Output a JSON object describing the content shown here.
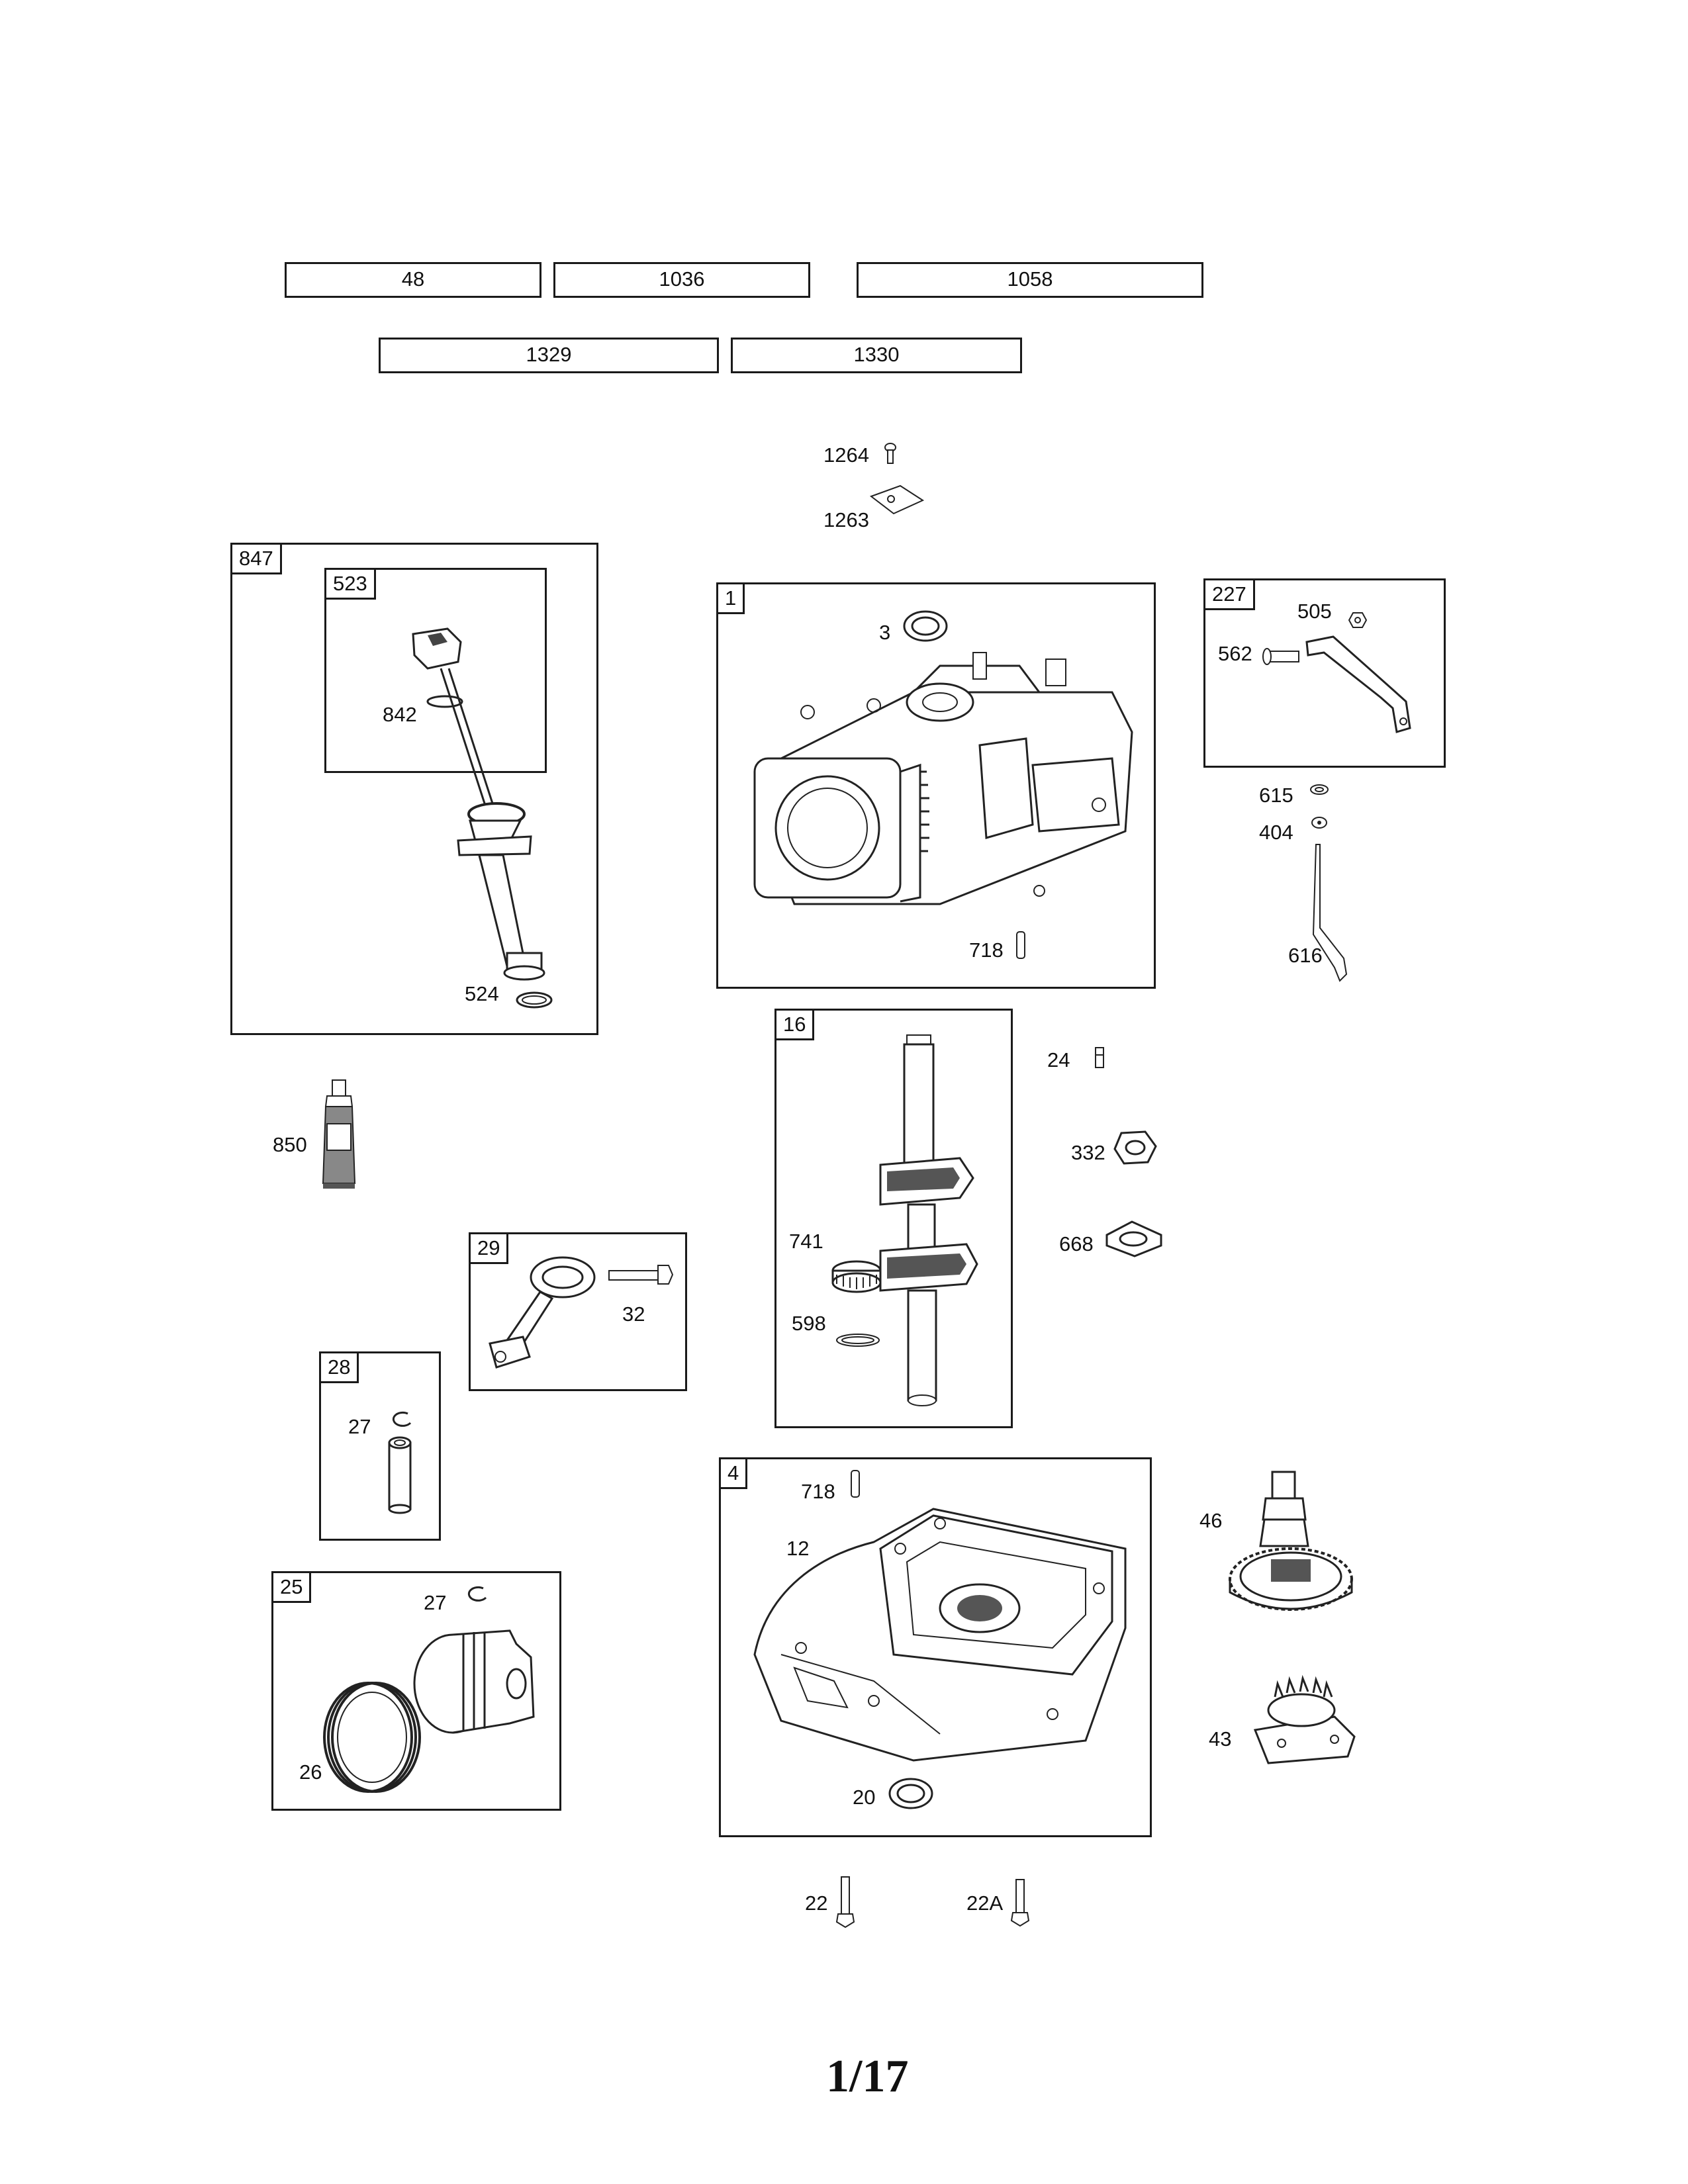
{
  "kit_boxes": {
    "row1": [
      "48",
      "1036",
      "1058"
    ],
    "row2": [
      "1329",
      "1330"
    ]
  },
  "groups": {
    "g847": "847",
    "g523": "523",
    "g1": "1",
    "g227": "227",
    "g16": "16",
    "g29": "29",
    "g28": "28",
    "g4": "4",
    "g25": "25"
  },
  "labels": {
    "p1264": "1264",
    "p1263": "1263",
    "p842": "842",
    "p524": "524",
    "p3": "3",
    "p718a": "718",
    "p505": "505",
    "p562": "562",
    "p615": "615",
    "p404": "404",
    "p616": "616",
    "p24": "24",
    "p332": "332",
    "p668": "668",
    "p741": "741",
    "p598": "598",
    "p850": "850",
    "p32": "32",
    "p27a": "27",
    "p27b": "27",
    "p26": "26",
    "p718b": "718",
    "p12": "12",
    "p20": "20",
    "p46": "46",
    "p43": "43",
    "p22": "22",
    "p22a": "22A"
  },
  "page_number": "1/17"
}
